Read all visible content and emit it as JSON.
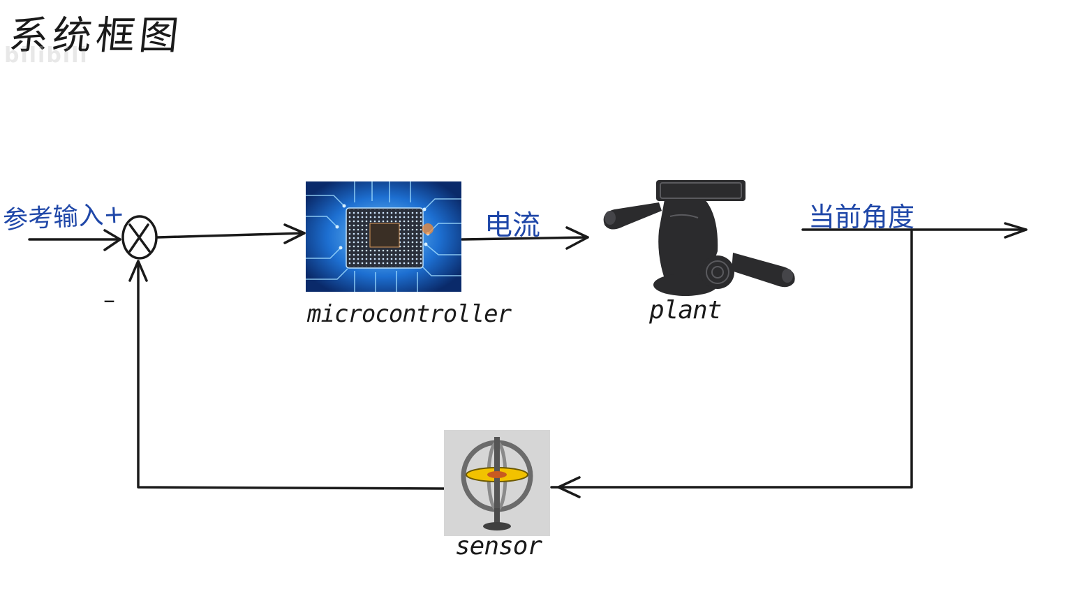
{
  "diagram": {
    "title": "系统框图",
    "watermark": "bilibili",
    "reference_input": "参考输入+",
    "minus_sign": "–",
    "current": "电流",
    "current_angle": "当前角度",
    "blocks": {
      "microcontroller": "microcontroller",
      "plant": "plant",
      "sensor": "sensor"
    }
  },
  "colors": {
    "handwriting_blue": "#1f47a8",
    "ink_black": "#1a1a1a",
    "chip_blue": "#1d6fd1"
  }
}
